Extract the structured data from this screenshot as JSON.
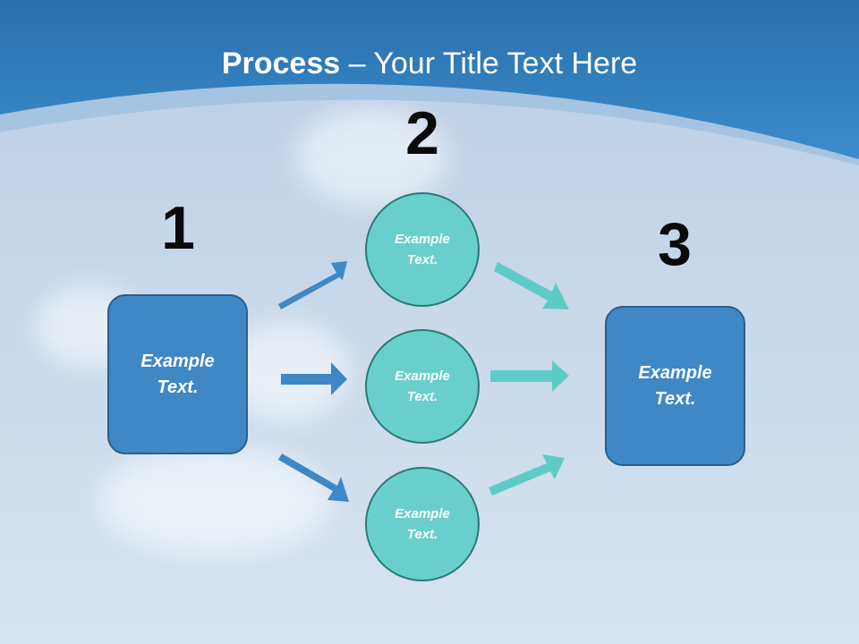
{
  "title": {
    "bold": "Process",
    "rest": " – Your Title Text Here"
  },
  "steps": {
    "one": "1",
    "two": "2",
    "three": "3"
  },
  "left_box": {
    "line1": "Example",
    "line2": "Text."
  },
  "right_box": {
    "line1": "Example",
    "line2": "Text."
  },
  "circles": [
    {
      "line1": "Example",
      "line2": "Text."
    },
    {
      "line1": "Example",
      "line2": "Text."
    },
    {
      "line1": "Example",
      "line2": "Text."
    }
  ],
  "colors": {
    "box": "#3f88c5",
    "circle": "#68cfcd",
    "arrow_blue": "#3f88c5",
    "arrow_teal": "#5fcbc8",
    "header": "#2f7ab8"
  }
}
